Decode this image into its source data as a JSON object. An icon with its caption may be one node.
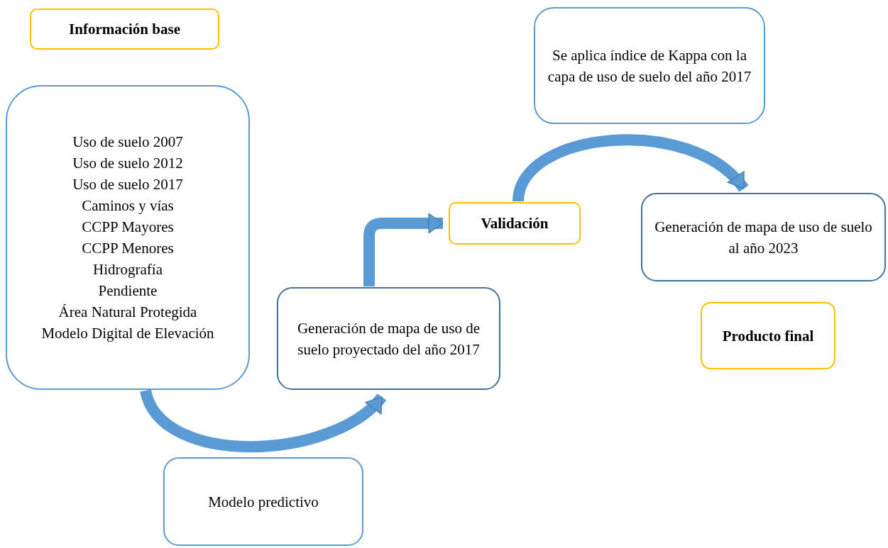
{
  "diagram": {
    "nodes": [
      {
        "text": [
          "Información base"
        ]
      },
      {
        "text": [
          "Uso de suelo 2007",
          "Uso de suelo 2012",
          "Uso de suelo 2017",
          "Caminos y vías",
          "CCPP Mayores",
          "CCPP Menores",
          "Hidrografía",
          "Pendiente",
          "Área Natural Protegida",
          "Modelo Digital de Elevación"
        ]
      },
      {
        "text": [
          "Generación de mapa de uso de suelo proyectado del año 2017"
        ]
      },
      {
        "text": [
          "Validación"
        ]
      },
      {
        "text": [
          "Se aplica índice de Kappa con la capa de uso de suelo del año 2017"
        ]
      },
      {
        "text": [
          "Generación de mapa de uso de suelo al año 2023"
        ]
      },
      {
        "text": [
          "Producto final"
        ]
      },
      {
        "text": [
          "Modelo predictivo"
        ]
      }
    ],
    "edges": [
      {
        "from": 1,
        "to": 2,
        "arrow": "to"
      },
      {
        "from": 2,
        "to": 3,
        "arrow": "to"
      },
      {
        "from": 3,
        "to": 5,
        "arrow": "to"
      }
    ]
  }
}
